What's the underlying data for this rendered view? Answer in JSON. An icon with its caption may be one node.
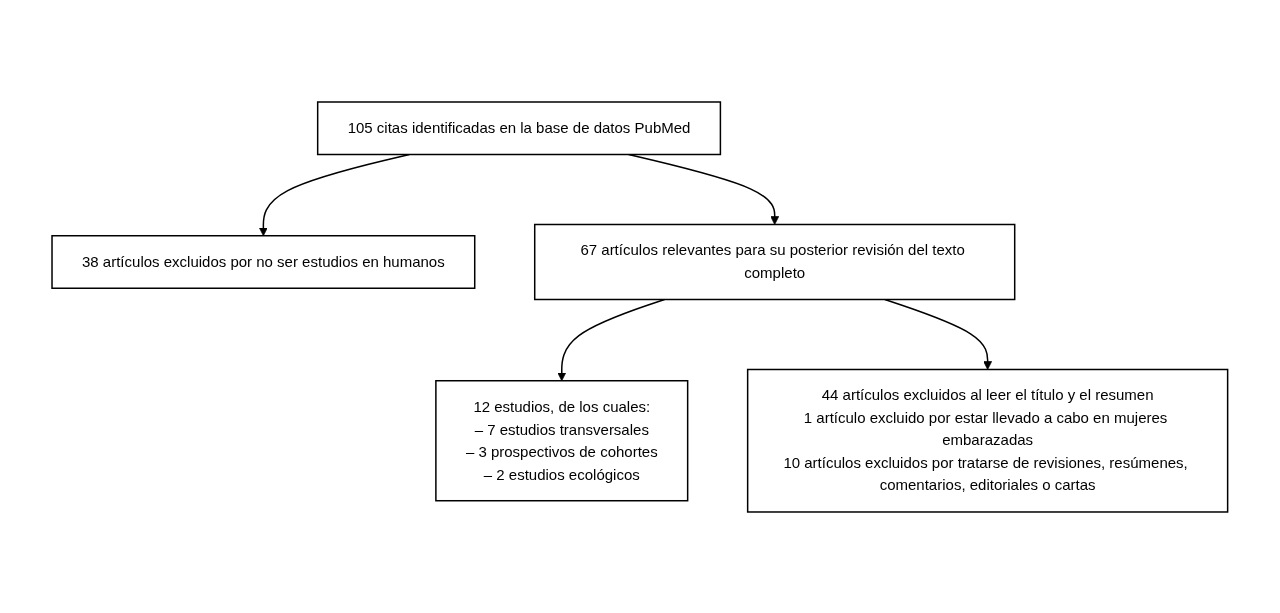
{
  "diagram": {
    "nodes": [
      {
        "text": [
          "105 citas identificadas en la base de datos PubMed"
        ]
      },
      {
        "text": [
          "38 artículos excluidos por no ser estudios en humanos"
        ]
      },
      {
        "text": [
          "67 artículos relevantes para su posterior revisión del texto completo"
        ]
      },
      {
        "text": [
          "44 artículos excluidos al leer el título y el resumen",
          "1 artículo excluido por estar llevado a cabo en mujeres embarazadas",
          "10 artículos excluidos por tratarse de revisiones, resúmenes, comentarios, editoriales o cartas"
        ]
      },
      {
        "text": [
          "12 estudios, de los cuales:",
          "– 7 estudios transversales",
          "– 3 prospectivos de cohortes",
          "– 2 estudios ecológicos"
        ]
      }
    ],
    "edges": [
      {
        "from": 0,
        "to": 2,
        "arrow": "to"
      },
      {
        "from": 0,
        "to": 1,
        "arrow": "to"
      },
      {
        "from": 2,
        "to": 4,
        "arrow": "to"
      },
      {
        "from": 2,
        "to": 3,
        "arrow": "to"
      }
    ]
  }
}
